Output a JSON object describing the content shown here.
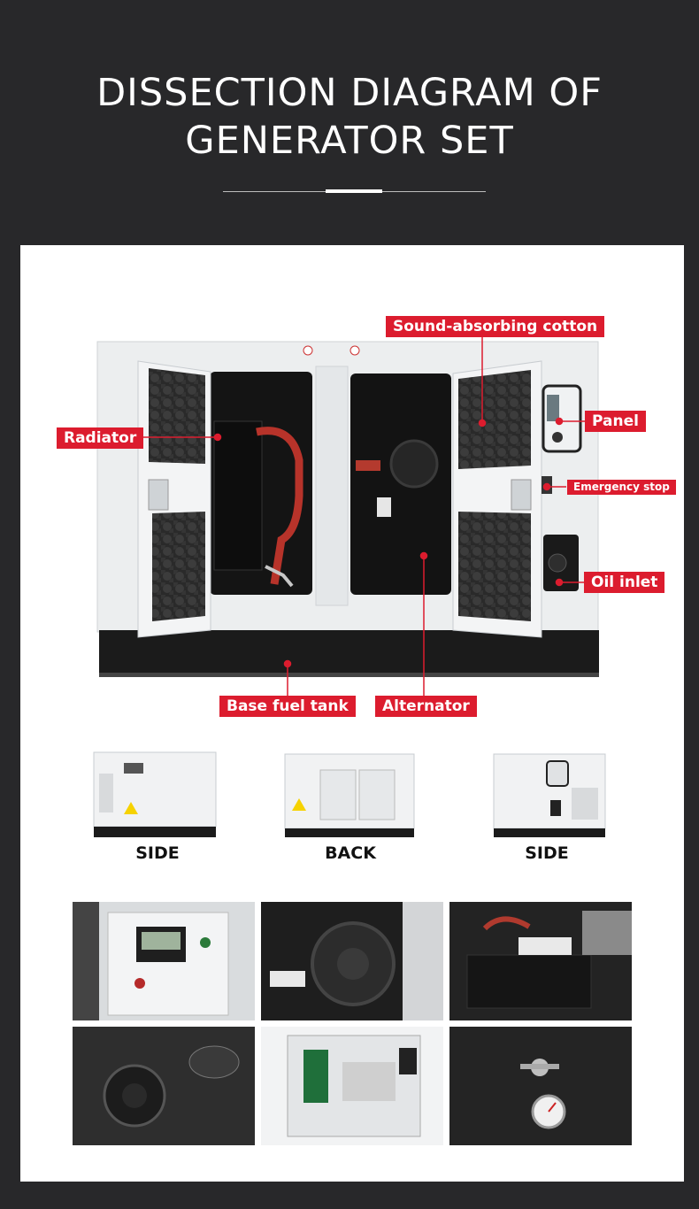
{
  "header": {
    "title_line1": "DISSECTION DIAGRAM OF",
    "title_line2": "GENERATOR SET"
  },
  "callouts": {
    "sound_absorbing": "Sound-absorbing cotton",
    "radiator": "Radiator",
    "panel": "Panel",
    "emergency_stop": "Emergency stop",
    "oil_inlet": "Oil inlet",
    "base_fuel_tank": "Base fuel tank",
    "alternator": "Alternator"
  },
  "views": {
    "left": "SIDE",
    "center": "BACK",
    "right": "SIDE"
  },
  "colors": {
    "background": "#28282a",
    "callout_red": "#dc1c2e",
    "card": "#ffffff"
  }
}
